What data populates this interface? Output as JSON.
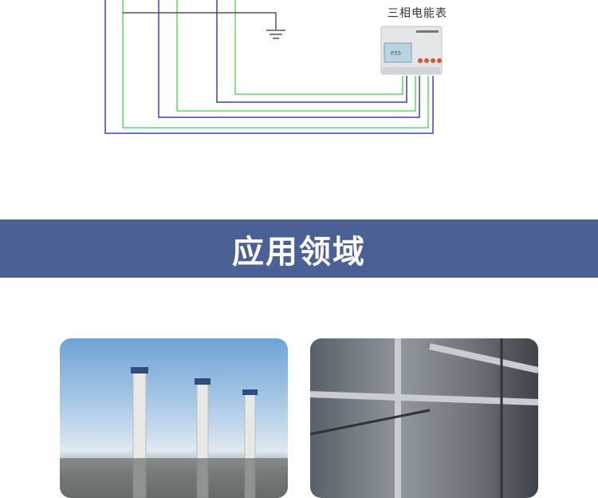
{
  "diagram": {
    "meter_label": "三相电能表",
    "colors": {
      "blue": "#3d3fc9",
      "green": "#5fd86a",
      "ground": "#555555"
    }
  },
  "section": {
    "title": "应用领域",
    "banner_color": "#4b6196"
  },
  "photos": [
    {
      "name": "power-plant-chimneys"
    },
    {
      "name": "industrial-pipelines"
    }
  ]
}
